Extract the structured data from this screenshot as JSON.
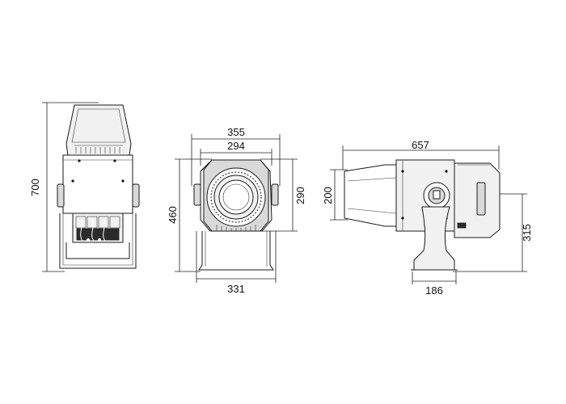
{
  "views": {
    "side": {
      "height_label": "700"
    },
    "front": {
      "top_width_label": "355",
      "inner_width_label": "294",
      "height_label": "460",
      "head_height_label": "290",
      "base_width_label": "331"
    },
    "profile": {
      "length_label": "657",
      "head_height_label": "200",
      "base_height_label": "315",
      "base_width_label": "186"
    }
  },
  "colors": {
    "line": "#1a1a1a",
    "fill_light": "#d9d9d9",
    "background": "#ffffff"
  }
}
